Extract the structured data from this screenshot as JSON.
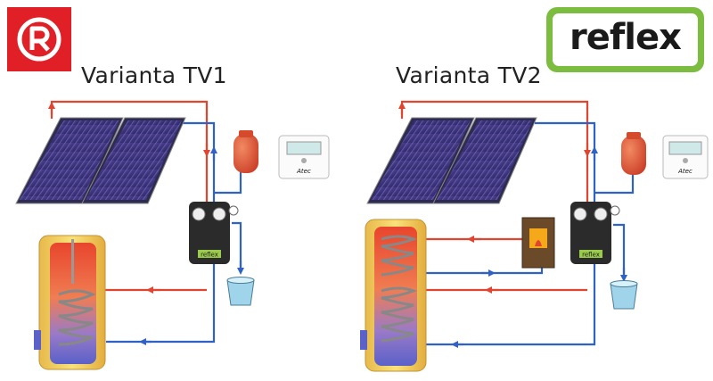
{
  "titles": {
    "left": "Varianta TV1",
    "right": "Varianta TV2"
  },
  "brand": {
    "right_logo_text": "reflex",
    "controller_brand": "Atec",
    "station_brand": "reflex"
  },
  "colors": {
    "hot_pipe": "#e2452f",
    "cold_pipe": "#2f62c4",
    "left_logo_bg": "#e01f26",
    "right_logo_frame": "#7cbc3f"
  }
}
